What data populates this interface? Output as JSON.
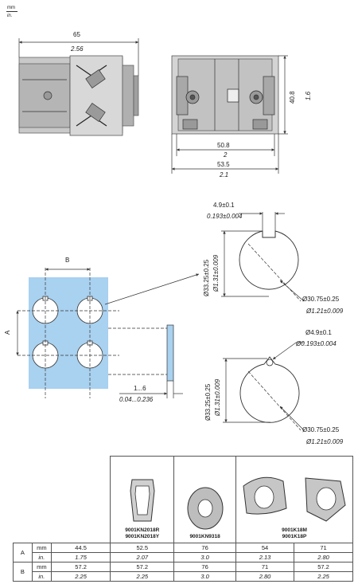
{
  "units": {
    "primary": "mm",
    "secondary": "in."
  },
  "top_view": {
    "width_mm": "65",
    "width_in": "2.56",
    "height_mm": "40.8",
    "height_in": "1.6",
    "inner_width_mm": "50.8",
    "inner_width_in": "2",
    "outer_width_mm": "53.5",
    "outer_width_in": "2.1"
  },
  "layout_view": {
    "spacing_b": "B",
    "spacing_a": "A",
    "panel_mm": "1...6",
    "panel_in": "0.04...0.236"
  },
  "hole_1": {
    "key_mm": "4.9±0.1",
    "key_in": "0.193±0.004",
    "height_mm": "Ø33.25±0.25",
    "height_in": "Ø1.31±0.009",
    "dia_mm": "Ø30.75±0.25",
    "dia_in": "Ø1.21±0.009"
  },
  "hole_2": {
    "key_mm": "Ø4.9±0.1",
    "key_in": "Ø0.193±0.004",
    "height_mm": "Ø33.25±0.25",
    "height_in": "Ø1.31±0.009",
    "dia_mm": "Ø30.75±0.25",
    "dia_in": "Ø1.21±0.009"
  },
  "table": {
    "products": [
      {
        "name1": "9001KN2018R",
        "name2": "9001KN2018Y"
      },
      {
        "name1": "9001KN9318",
        "name2": ""
      },
      {
        "name1": "9001K18M",
        "name2": "9001K18P"
      }
    ],
    "rows": [
      {
        "label": "A",
        "unit_mm": "mm",
        "unit_in": "in.",
        "mm": [
          "44.5",
          "52.5",
          "76",
          "54",
          "71"
        ],
        "in": [
          "1.75",
          "2.07",
          "3.0",
          "2.13",
          "2.80"
        ]
      },
      {
        "label": "B",
        "unit_mm": "mm",
        "unit_in": "in.",
        "mm": [
          "57.2",
          "57.2",
          "76",
          "71",
          "57.2"
        ],
        "in": [
          "2.25",
          "2.25",
          "3.0",
          "2.80",
          "2.25"
        ]
      }
    ]
  },
  "colors": {
    "panel": "#a9d1f0",
    "line": "#333333",
    "device": "#c8c8c8"
  }
}
